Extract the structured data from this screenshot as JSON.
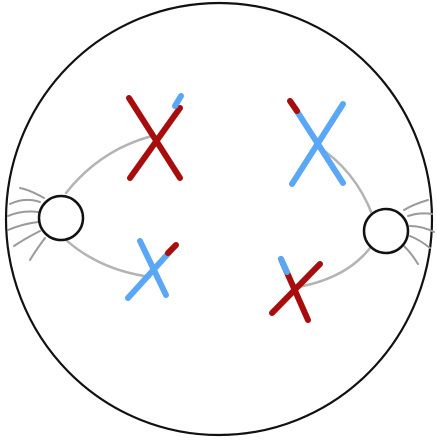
{
  "colors": {
    "maternal": "#a80d0d",
    "paternal": "#5aa8f5",
    "spindle": "#b3b3b3",
    "outline": "#111111"
  },
  "chromosomes": [
    {
      "id": "top-left",
      "color": "maternal",
      "tip_color": "paternal"
    },
    {
      "id": "top-right",
      "color": "paternal",
      "tip_color": "maternal"
    },
    {
      "id": "bottom-left",
      "color": "paternal",
      "tip_color": "maternal"
    },
    {
      "id": "bottom-right",
      "color": "maternal",
      "tip_color": "paternal"
    }
  ]
}
